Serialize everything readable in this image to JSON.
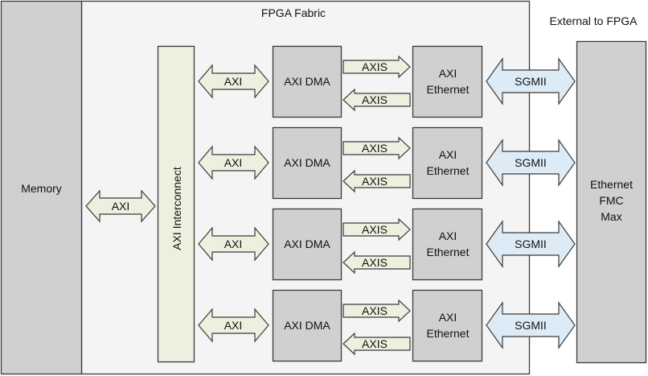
{
  "labels": {
    "fpga_fabric": "FPGA Fabric",
    "external": "External to FPGA",
    "memory": "Memory",
    "memory_link": "AXI",
    "interconnect": "AXI Interconnect",
    "ethernet_fmc": [
      "Ethernet",
      "FMC",
      "Max"
    ]
  },
  "channels": [
    {
      "axi": "AXI",
      "dma": "AXI DMA",
      "axis_tx": "AXIS",
      "axis_rx": "AXIS",
      "eth": [
        "AXI",
        "Ethernet"
      ],
      "sgmii": "SGMII"
    },
    {
      "axi": "AXI",
      "dma": "AXI DMA",
      "axis_tx": "AXIS",
      "axis_rx": "AXIS",
      "eth": [
        "AXI",
        "Ethernet"
      ],
      "sgmii": "SGMII"
    },
    {
      "axi": "AXI",
      "dma": "AXI DMA",
      "axis_tx": "AXIS",
      "axis_rx": "AXIS",
      "eth": [
        "AXI",
        "Ethernet"
      ],
      "sgmii": "SGMII"
    },
    {
      "axi": "AXI",
      "dma": "AXI DMA",
      "axis_tx": "AXIS",
      "axis_rx": "AXIS",
      "eth": [
        "AXI",
        "Ethernet"
      ],
      "sgmii": "SGMII"
    }
  ],
  "colors": {
    "block_fill": "#d0d0d0",
    "fabric_fill": "#f4f4f4",
    "interconnect_fill": "#ebf1de",
    "axi_arrow_fill": "#ebf1de",
    "sgmii_arrow_fill": "#dcebf5",
    "stroke": "#3b3b3b"
  }
}
